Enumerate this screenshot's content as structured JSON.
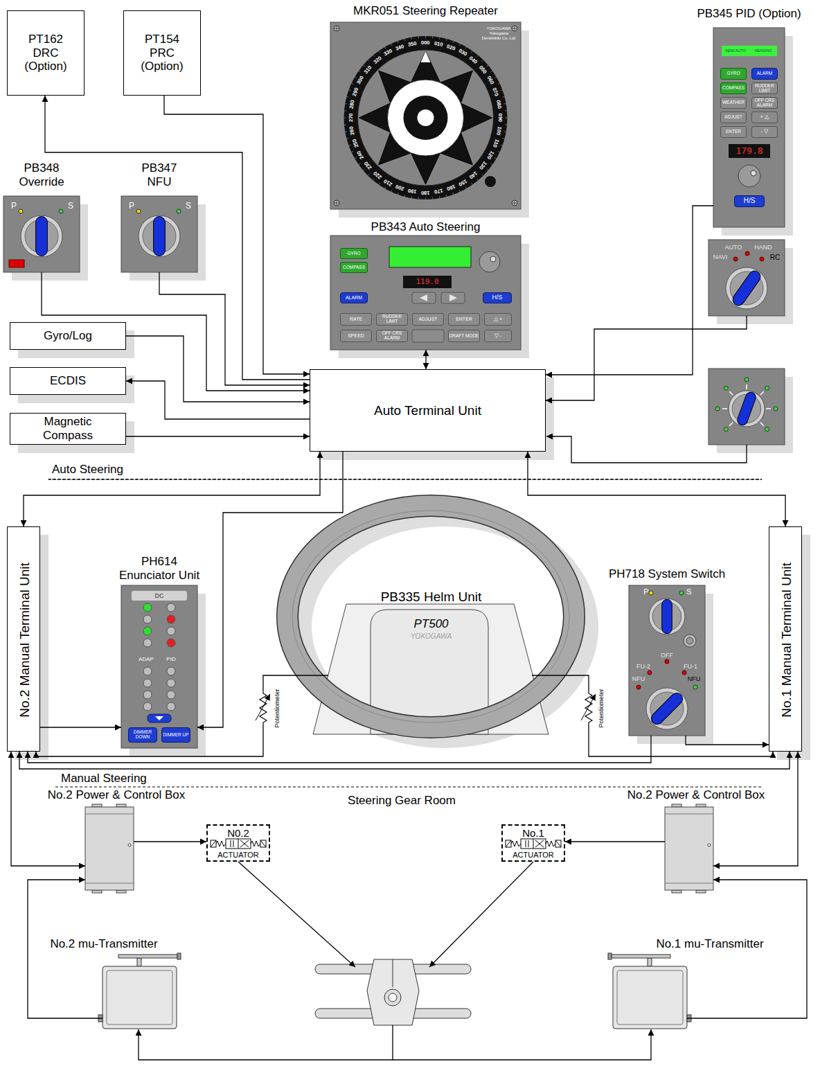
{
  "diagram": {
    "nodes": [
      {
        "text": [
          "PT162 DRC (Option)"
        ]
      },
      {
        "text": [
          "PT154 PRC (Option)"
        ]
      },
      {
        "text": [
          "MKR051 Steering Repeater",
          "YOKOGAWA Yokogawa Denshikiki Co. Ltd"
        ]
      },
      {
        "text": [
          "PB345 PID (Option)",
          "SEMI AUTO",
          "HEADING",
          "GYRO",
          "ALARM",
          "COMPASS",
          "RUDDER LIMIT",
          "WEATHER",
          "OFF CRS ALARM",
          "ADJUST",
          "+ △",
          "ENTER",
          "- ▽",
          "179.8",
          "H/S"
        ]
      },
      {
        "text": [
          "PB348 Override",
          "P",
          "S"
        ]
      },
      {
        "text": [
          "PB347 NFU",
          "P",
          "S"
        ]
      },
      {
        "text": [
          "PB343 Auto Steering",
          "GYRO",
          "COMPASS",
          "119.0",
          "ALARM",
          "H/S",
          "RATE",
          "RUDDER LIMIT",
          "ADJUST",
          "ENTER",
          "△ +",
          "SPEED",
          "OFF CRS ALARM",
          "DRAFT MODE",
          "▽ -"
        ]
      },
      {
        "text": [
          "AUTO",
          "HAND",
          "NAVI",
          "RC"
        ]
      },
      {
        "text": [
          "Gyro/Log"
        ]
      },
      {
        "text": [
          "ECDIS"
        ]
      },
      {
        "text": [
          "Magnetic Compass"
        ]
      },
      {
        "text": [
          "Auto Terminal Unit"
        ]
      },
      {
        "text": [
          "No.2 Manual Terminal Unit"
        ]
      },
      {
        "text": [
          "PH614 Enunciator Unit",
          "DC",
          "ADAP",
          "PID",
          "DIMMER DOWN",
          "DIMMER UP"
        ]
      },
      {
        "text": [
          "PB335 Helm Unit",
          "PT500",
          "YOKOGAWA"
        ]
      },
      {
        "text": [
          "PH718 System Switch",
          "P",
          "S",
          "FU-2",
          "OFF",
          "FU-1",
          "NFU",
          "NFU"
        ]
      },
      {
        "text": [
          "No.1 Manual Terminal Unit"
        ]
      },
      {
        "text": [
          "No.2 Power & Control Box"
        ]
      },
      {
        "text": [
          "N0.2",
          "ACTUATOR"
        ]
      },
      {
        "text": [
          "No.1",
          "ACTUATOR"
        ]
      },
      {
        "text": [
          "No.2 Power & Control Box"
        ]
      },
      {
        "text": [
          "No.2 mu-Transmitter"
        ]
      },
      {
        "text": [
          "No.1 mu-Transmitter"
        ]
      }
    ],
    "edges": [
      {
        "from": 11,
        "to": 0,
        "arrow": "to"
      },
      {
        "from": 1,
        "to": 11,
        "arrow": "to"
      },
      {
        "from": 4,
        "to": 11,
        "arrow": "to"
      },
      {
        "from": 5,
        "to": 11,
        "arrow": "to"
      },
      {
        "from": 8,
        "to": 11,
        "arrow": "to"
      },
      {
        "from": 11,
        "to": 9,
        "arrow": "to"
      },
      {
        "from": 10,
        "to": 11,
        "arrow": "to"
      },
      {
        "from": 6,
        "to": 11,
        "arrow": "both"
      },
      {
        "from": 3,
        "to": 11,
        "arrow": "to"
      },
      {
        "from": 7,
        "to": 11,
        "arrow": "to"
      },
      {
        "from": 11,
        "to": 12,
        "arrow": "both"
      },
      {
        "from": 11,
        "to": 13,
        "arrow": "to"
      },
      {
        "from": 11,
        "to": 16,
        "arrow": "both"
      },
      {
        "from": 12,
        "to": 13,
        "arrow": "to"
      },
      {
        "from": 14,
        "to": 12,
        "arrow": "to"
      },
      {
        "from": 14,
        "to": 16,
        "arrow": "to"
      },
      {
        "from": 15,
        "to": 16,
        "arrow": "to"
      },
      {
        "from": 15,
        "to": 12,
        "arrow": "to"
      },
      {
        "from": 12,
        "to": 16,
        "arrow": "both"
      },
      {
        "from": 12,
        "to": 17,
        "arrow": "both"
      },
      {
        "from": 16,
        "to": 20,
        "arrow": "both"
      },
      {
        "from": 17,
        "to": 18,
        "arrow": "to"
      },
      {
        "from": 20,
        "to": 19,
        "arrow": "to"
      },
      {
        "from": 21,
        "to": 17,
        "arrow": "to"
      },
      {
        "from": 22,
        "to": 20,
        "arrow": "to"
      }
    ],
    "labels": [
      "Auto Steering",
      "Manual Steering",
      "Steering Gear Room",
      "Potentiometer",
      "Potentiometer",
      "000",
      "010",
      "020",
      "030",
      "040",
      "050",
      "060",
      "070",
      "080",
      "090",
      "100",
      "110",
      "120",
      "130",
      "140",
      "150",
      "160",
      "170",
      "180",
      "190",
      "200",
      "210",
      "220",
      "230",
      "240",
      "250",
      "260",
      "270",
      "280",
      "290",
      "300",
      "310",
      "320",
      "330",
      "340",
      "350"
    ]
  }
}
